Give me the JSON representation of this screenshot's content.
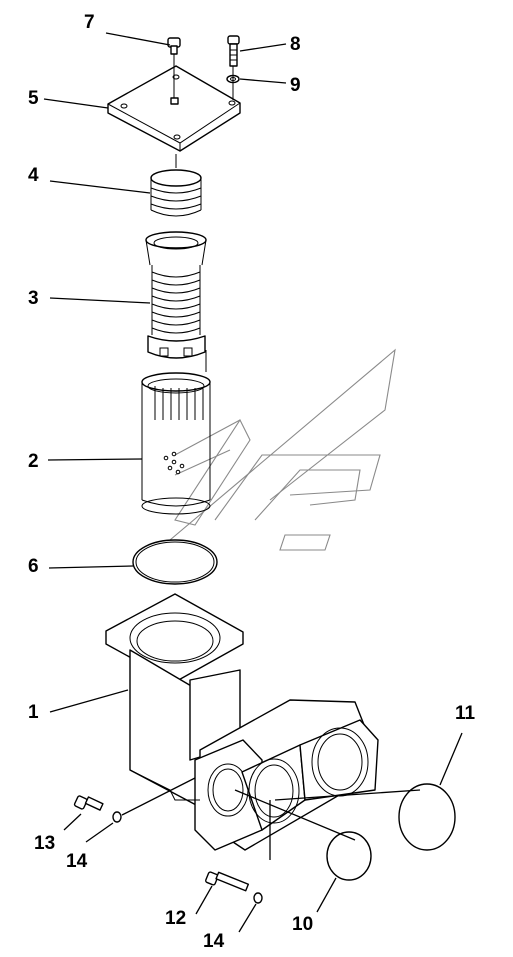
{
  "diagram": {
    "callouts": [
      {
        "id": "c7",
        "text": "7"
      },
      {
        "id": "c8",
        "text": "8"
      },
      {
        "id": "c9",
        "text": "9"
      },
      {
        "id": "c5",
        "text": "5"
      },
      {
        "id": "c4",
        "text": "4"
      },
      {
        "id": "c3",
        "text": "3"
      },
      {
        "id": "c2",
        "text": "2"
      },
      {
        "id": "c6",
        "text": "6"
      },
      {
        "id": "c1",
        "text": "1"
      },
      {
        "id": "c11",
        "text": "11"
      },
      {
        "id": "c13",
        "text": "13"
      },
      {
        "id": "c14a",
        "text": "14"
      },
      {
        "id": "c12",
        "text": "12"
      },
      {
        "id": "c14b",
        "text": "14"
      },
      {
        "id": "c10",
        "text": "10"
      }
    ]
  },
  "colors": {
    "line": "#000000",
    "watermark": "#8a8a8a",
    "background": "#ffffff"
  }
}
